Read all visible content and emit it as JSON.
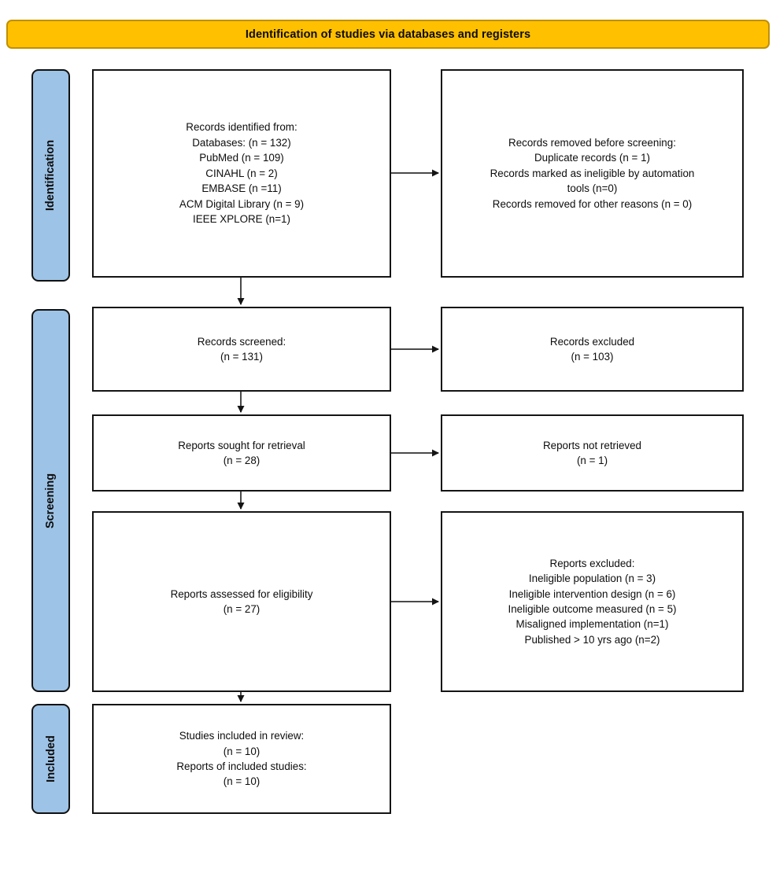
{
  "header": {
    "title": "Identification of studies via databases and registers",
    "background_color": "#FFC000",
    "border_color": "#BF9000"
  },
  "stages": [
    {
      "id": "identification",
      "label": "Identification",
      "color": "#9DC3E6"
    },
    {
      "id": "screening",
      "label": "Screening",
      "color": "#9DC3E6"
    },
    {
      "id": "included",
      "label": "Included",
      "color": "#9DC3E6"
    }
  ],
  "boxes": {
    "identified": {
      "text": "Records identified from:\nDatabases: (n = 132)\nPubMed (n = 109)\nCINAHL (n = 2)\nEMBASE (n =11)\nACM Digital Library (n = 9)\nIEEE XPLORE (n=1)"
    },
    "removed_before_screening": {
      "text": "Records removed before screening:\nDuplicate records (n = 1)\nRecords marked as ineligible by automation\ntools (n=0)\nRecords removed for other reasons (n = 0)"
    },
    "records_screened": {
      "text": "Records screened:\n(n = 131)"
    },
    "records_excluded": {
      "text": "Records excluded\n(n = 103)"
    },
    "reports_sought": {
      "text": "Reports sought for retrieval\n(n = 28)"
    },
    "reports_not_retrieved": {
      "text": "Reports not retrieved\n(n = 1)"
    },
    "reports_assessed": {
      "text": "Reports assessed for eligibility\n(n = 27)"
    },
    "reports_excluded": {
      "text": "Reports excluded:\nIneligible population (n = 3)\nIneligible intervention design (n = 6)\nIneligible outcome measured (n = 5)\nMisaligned implementation (n=1)\nPublished > 10 yrs ago (n=2)"
    },
    "studies_included": {
      "text": "Studies included in review:\n(n = 10)\nReports of included studies:\n(n = 10)"
    }
  },
  "chart_data": {
    "type": "diagram",
    "title": "Identification of studies via databases and registers",
    "diagram_kind": "PRISMA flow diagram",
    "stages": [
      "Identification",
      "Screening",
      "Included"
    ],
    "nodes": [
      {
        "id": "identified",
        "stage": "Identification",
        "column": "left",
        "label": "Records identified from",
        "counts": [
          {
            "source": "Databases",
            "n": 132
          },
          {
            "source": "PubMed",
            "n": 109
          },
          {
            "source": "CINAHL",
            "n": 2
          },
          {
            "source": "EMBASE",
            "n": 11
          },
          {
            "source": "ACM Digital Library",
            "n": 9
          },
          {
            "source": "IEEE XPLORE",
            "n": 1
          }
        ]
      },
      {
        "id": "removed_before_screening",
        "stage": "Identification",
        "column": "right",
        "label": "Records removed before screening",
        "counts": [
          {
            "source": "Duplicate records",
            "n": 1
          },
          {
            "source": "Records marked as ineligible by automation tools",
            "n": 0
          },
          {
            "source": "Records removed for other reasons",
            "n": 0
          }
        ]
      },
      {
        "id": "records_screened",
        "stage": "Screening",
        "column": "left",
        "label": "Records screened",
        "n": 131
      },
      {
        "id": "records_excluded",
        "stage": "Screening",
        "column": "right",
        "label": "Records excluded",
        "n": 103
      },
      {
        "id": "reports_sought",
        "stage": "Screening",
        "column": "left",
        "label": "Reports sought for retrieval",
        "n": 28
      },
      {
        "id": "reports_not_retrieved",
        "stage": "Screening",
        "column": "right",
        "label": "Reports not retrieved",
        "n": 1
      },
      {
        "id": "reports_assessed",
        "stage": "Screening",
        "column": "left",
        "label": "Reports assessed for eligibility",
        "n": 27
      },
      {
        "id": "reports_excluded",
        "stage": "Screening",
        "column": "right",
        "label": "Reports excluded",
        "counts": [
          {
            "source": "Ineligible population",
            "n": 3
          },
          {
            "source": "Ineligible intervention design",
            "n": 6
          },
          {
            "source": "Ineligible outcome measured",
            "n": 5
          },
          {
            "source": "Misaligned implementation",
            "n": 1
          },
          {
            "source": "Published > 10 yrs ago",
            "n": 2
          }
        ]
      },
      {
        "id": "studies_included",
        "stage": "Included",
        "column": "left",
        "label": "Studies included in review",
        "n": 10,
        "secondary_label": "Reports of included studies",
        "secondary_n": 10
      }
    ],
    "edges": [
      {
        "from": "identified",
        "to": "removed_before_screening",
        "direction": "horizontal"
      },
      {
        "from": "identified",
        "to": "records_screened",
        "direction": "vertical"
      },
      {
        "from": "records_screened",
        "to": "records_excluded",
        "direction": "horizontal"
      },
      {
        "from": "records_screened",
        "to": "reports_sought",
        "direction": "vertical"
      },
      {
        "from": "reports_sought",
        "to": "reports_not_retrieved",
        "direction": "horizontal"
      },
      {
        "from": "reports_sought",
        "to": "reports_assessed",
        "direction": "vertical"
      },
      {
        "from": "reports_assessed",
        "to": "reports_excluded",
        "direction": "horizontal"
      },
      {
        "from": "reports_assessed",
        "to": "studies_included",
        "direction": "vertical"
      }
    ]
  }
}
